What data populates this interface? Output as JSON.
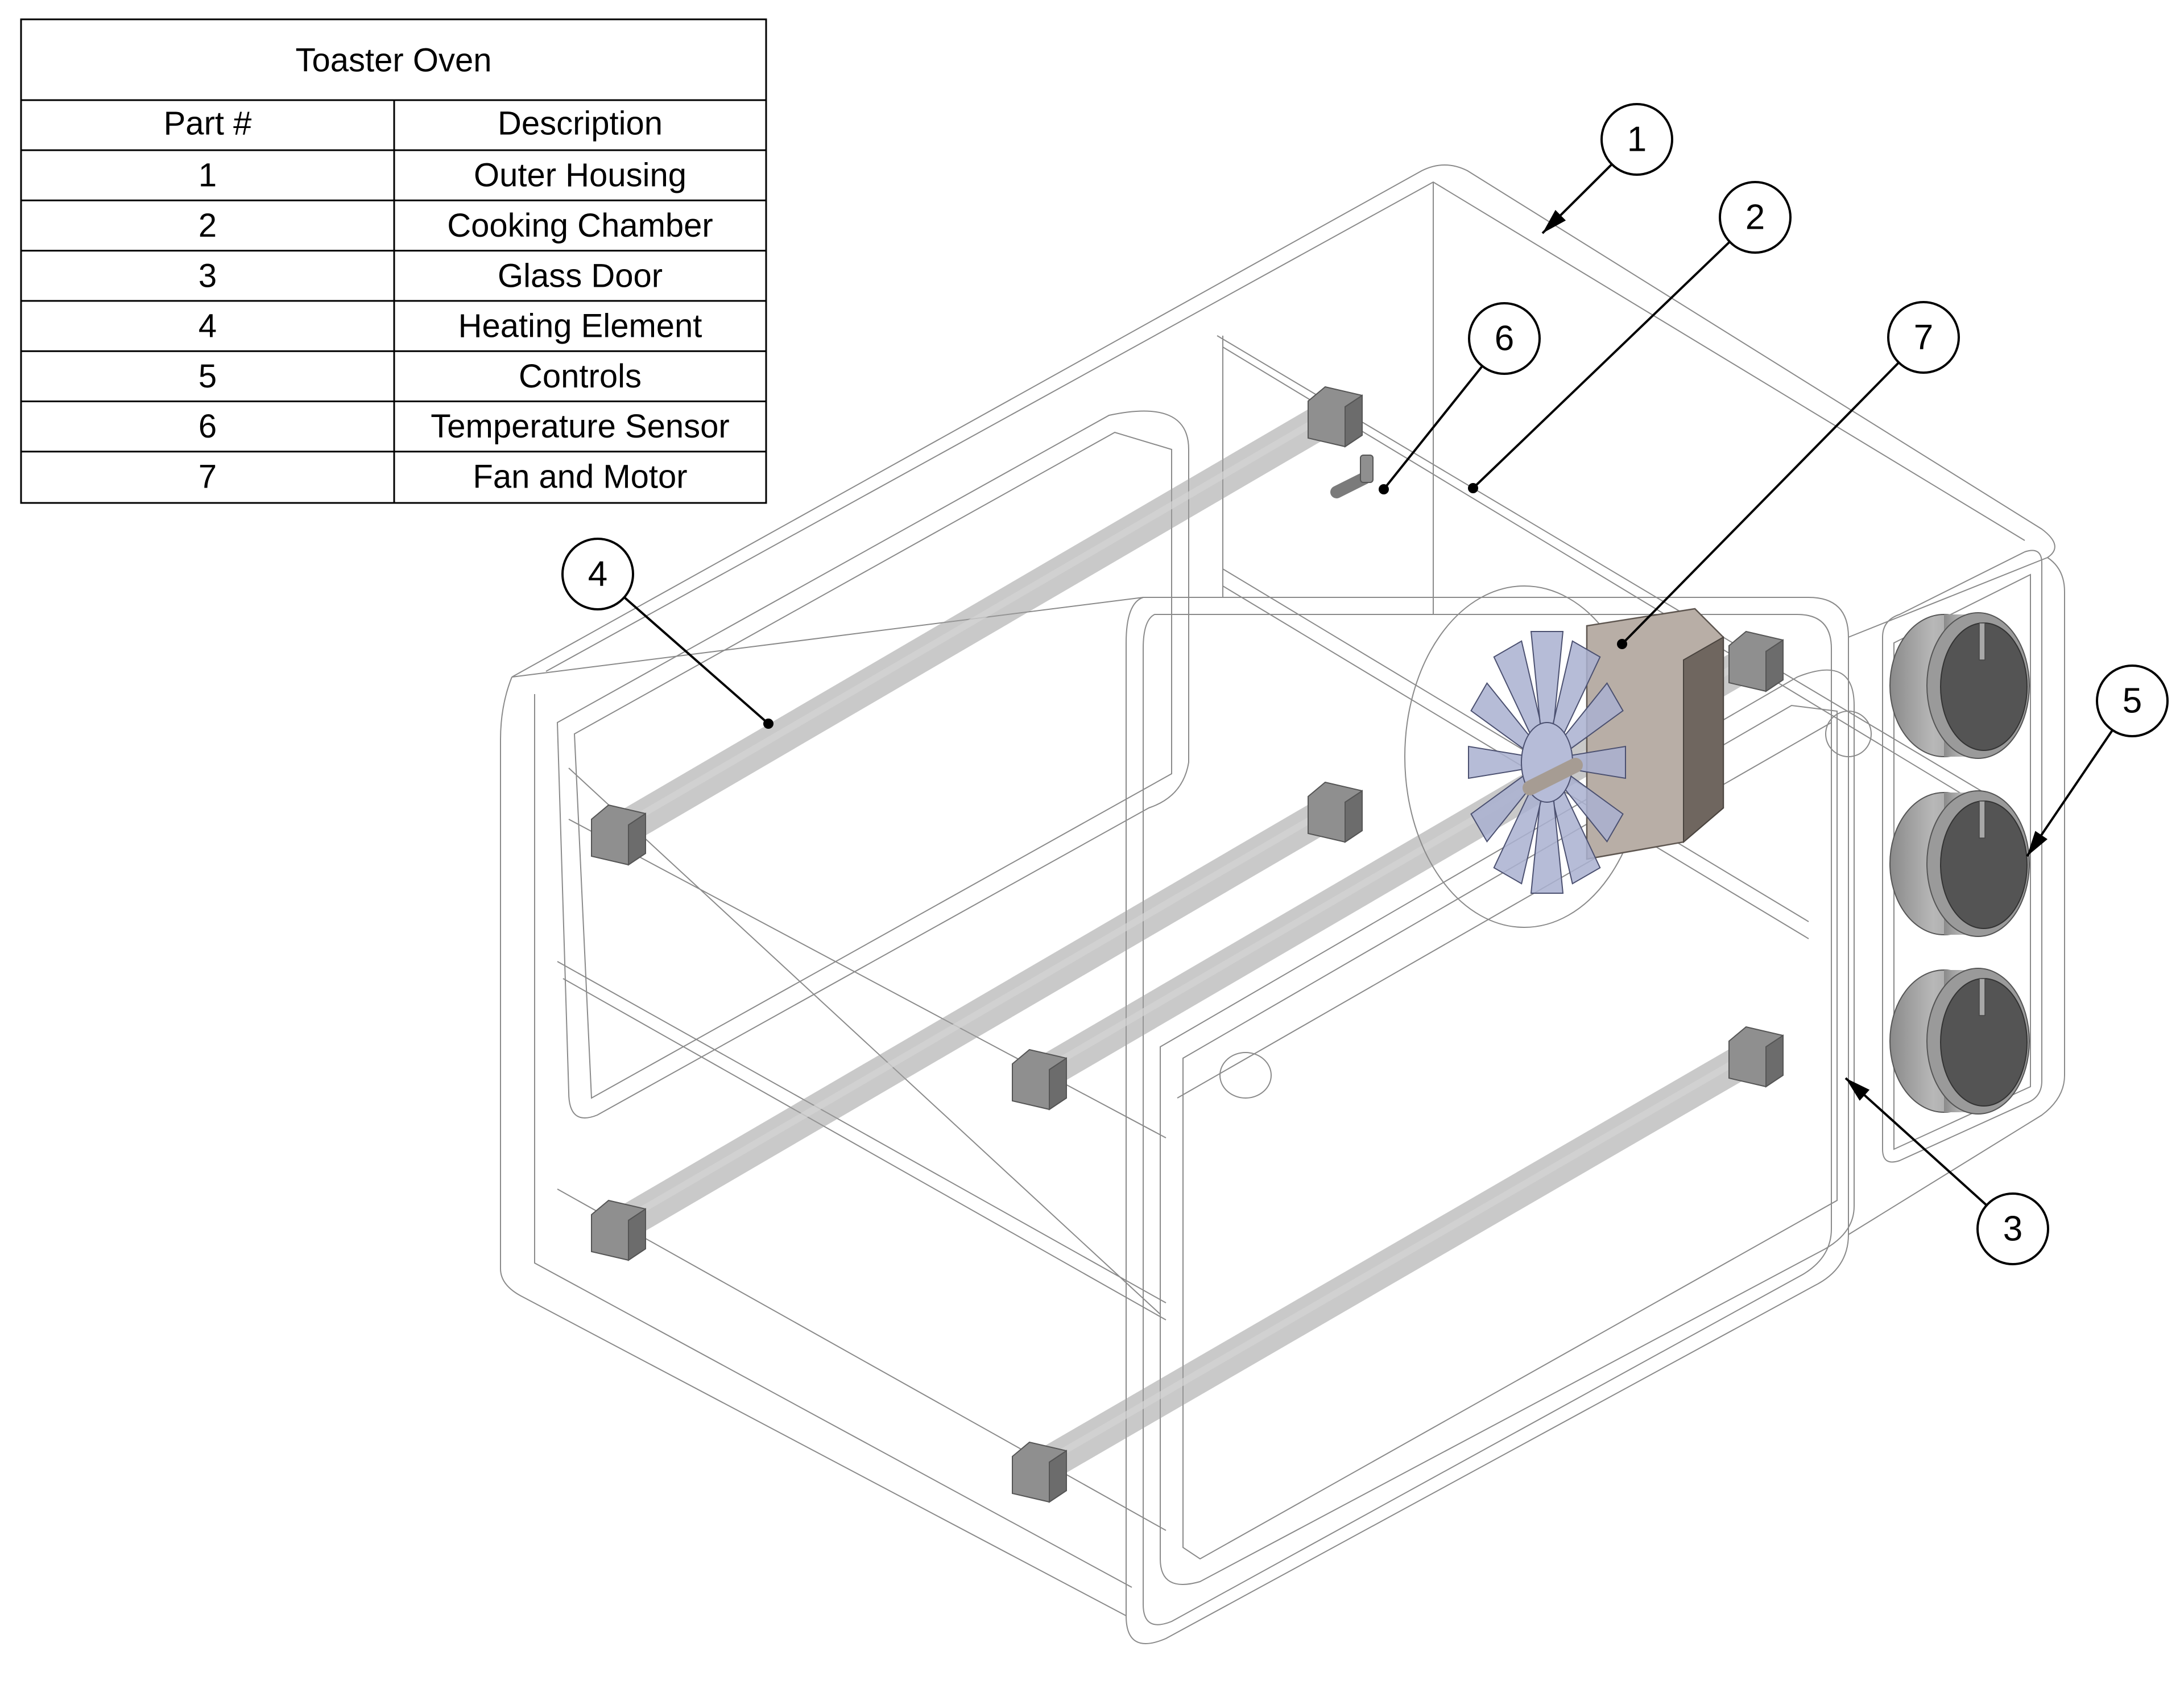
{
  "bom": {
    "title": "Toaster Oven",
    "headers": {
      "part": "Part #",
      "description": "Description"
    },
    "rows": [
      {
        "part": "1",
        "description": "Outer Housing"
      },
      {
        "part": "2",
        "description": "Cooking Chamber"
      },
      {
        "part": "3",
        "description": "Glass Door"
      },
      {
        "part": "4",
        "description": "Heating Element"
      },
      {
        "part": "5",
        "description": "Controls"
      },
      {
        "part": "6",
        "description": "Temperature Sensor"
      },
      {
        "part": "7",
        "description": "Fan and Motor"
      }
    ]
  },
  "balloons": [
    {
      "label": "1",
      "refers_to": "Outer Housing",
      "leader_end": "arrow"
    },
    {
      "label": "2",
      "refers_to": "Cooking Chamber",
      "leader_end": "dot"
    },
    {
      "label": "3",
      "refers_to": "Glass Door",
      "leader_end": "arrow"
    },
    {
      "label": "4",
      "refers_to": "Heating Element",
      "leader_end": "dot"
    },
    {
      "label": "5",
      "refers_to": "Controls",
      "leader_end": "arrow"
    },
    {
      "label": "6",
      "refers_to": "Temperature Sensor",
      "leader_end": "dot"
    },
    {
      "label": "7",
      "refers_to": "Fan and Motor",
      "leader_end": "dot"
    }
  ],
  "colors": {
    "line": "#000000",
    "wireframe": "#8a8a8a",
    "heating_element": "#b4b4b4",
    "end_cap": "#8c8c8c",
    "fan_blade": "#a9b0d0",
    "motor": "#b8aea6",
    "knob_face": "#545454",
    "knob_side": "#9a9a9a"
  }
}
